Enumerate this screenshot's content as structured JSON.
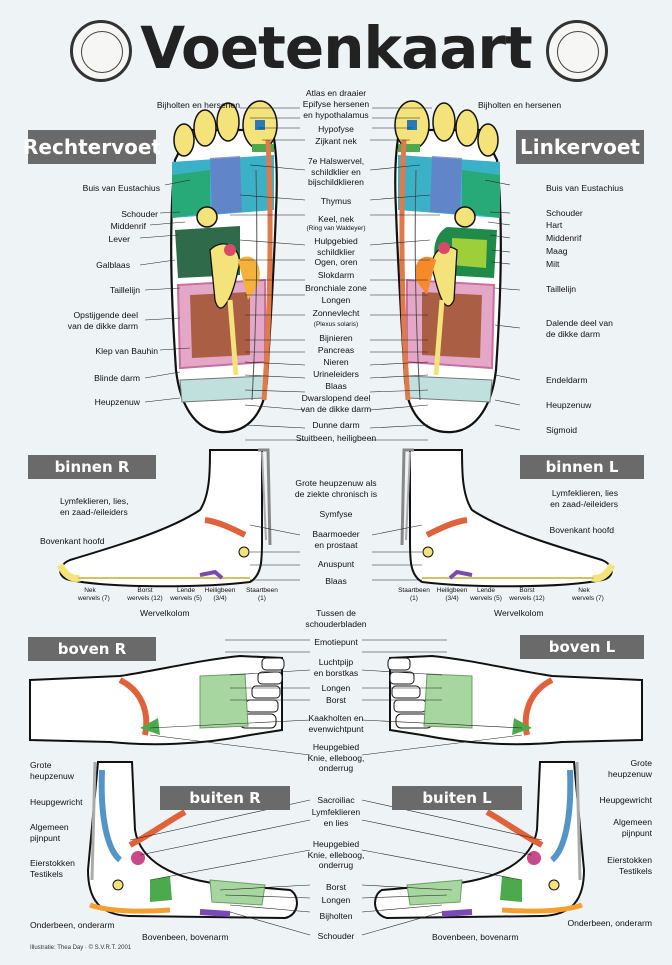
{
  "title": "Voetenkaart",
  "credit": "Illustratie: Thea Day · © S.V.R.T. 2001",
  "sections": {
    "rechtervoet": "Rechtervoet",
    "linkervoet": "Linkervoet",
    "binnen_r": "binnen R",
    "binnen_l": "binnen L",
    "boven_r": "boven R",
    "boven_l": "boven L",
    "buiten_r": "buiten R",
    "buiten_l": "buiten L"
  },
  "sole_center": [
    "Atlas en draaier",
    "Epifyse hersenen\nen hypothalamus",
    "Hypofyse",
    "Zijkant nek",
    "7e Halswervel,\nschildklier en\nbijschildklieren",
    "Thymus",
    "Keel, nek",
    "(Ring van Waldeyer)",
    "Hulpgebied\nschildklier",
    "Ogen, oren",
    "Slokdarm",
    "Bronchiale zone",
    "Longen",
    "Zonnevlecht",
    "(Plexus solaris)",
    "Bijnieren",
    "Pancreas",
    "Nieren",
    "Urineleiders",
    "Blaas",
    "Dwarslopend deel\nvan de dikke darm",
    "Dunne darm",
    "Stuitbeen, heiligbeen"
  ],
  "sole_right": [
    "Bijholten en hersenen",
    "Buis van Eustachius",
    "Schouder",
    "Middenrif",
    "Lever",
    "Galblaas",
    "Taillelijn",
    "Opstijgende deel\nvan de dikke darm",
    "Klep van Bauhin",
    "Blinde darm",
    "Heupzenuw"
  ],
  "sole_left": [
    "Bijholten en hersenen",
    "Buis van Eustachius",
    "Schouder",
    "Hart",
    "Middenrif",
    "Maag",
    "Milt",
    "Taillelijn",
    "Dalende deel van\nde dikke darm",
    "Endeldarm",
    "Heupzenuw",
    "Sigmoid"
  ],
  "inside": {
    "center": [
      "Grote heupzenuw als\nde ziekte chronisch is",
      "Symfyse",
      "Baarmoeder\nen prostaat",
      "Anuspunt",
      "Blaas"
    ],
    "right": [
      "Lymfeklieren, lies,\nen zaad-/eileiders",
      "Bovenkant hoofd"
    ],
    "left": [
      "Lymfeklieren, lies\nen zaad-/eileiders",
      "Bovenkant hoofd"
    ],
    "spine_r": [
      "Nek\nwervels (7)",
      "Borst\nwervels (12)",
      "Lende\nwervels (5)",
      "Heiligbeen\n(3/4)",
      "Staartbeen\n(1)"
    ],
    "spine_l": [
      "Staartbeen\n(1)",
      "Heiligbeen\n(3/4)",
      "Lende\nwervels (5)",
      "Borst\nwervels (12)",
      "Nek\nwervels (7)"
    ],
    "spine_label": "Wervelkolom"
  },
  "top": {
    "center": [
      "Tussen de\nschouderbladen",
      "Emotiepunt",
      "Luchtpijp\nen borstkas",
      "Longen",
      "Borst",
      "Kaakholten en\nevenwichtpunt",
      "Heupgebied\nKnie, elleboog,\nonderrug"
    ]
  },
  "outside": {
    "center": [
      "Sacroiliac",
      "Lymfeklieren\nen lies",
      "Heupgebied\nKnie, elleboog,\nonderrug",
      "Borst",
      "Longen",
      "Bijholten",
      "Schouder"
    ],
    "right": [
      "Grote\nheupzenuw",
      "Heupgewricht",
      "Algemeen\npijnpunt",
      "Eierstokken\nTestikels",
      "Onderbeen, onderarm",
      "Bovenbeen, bovenarm"
    ],
    "left": [
      "Grote\nheupzenuw",
      "Heupgewricht",
      "Algemeen\npijnpunt",
      "Eierstokken\nTestikels",
      "Onderbeen, onderarm",
      "Bovenbeen, bovenarm"
    ]
  }
}
